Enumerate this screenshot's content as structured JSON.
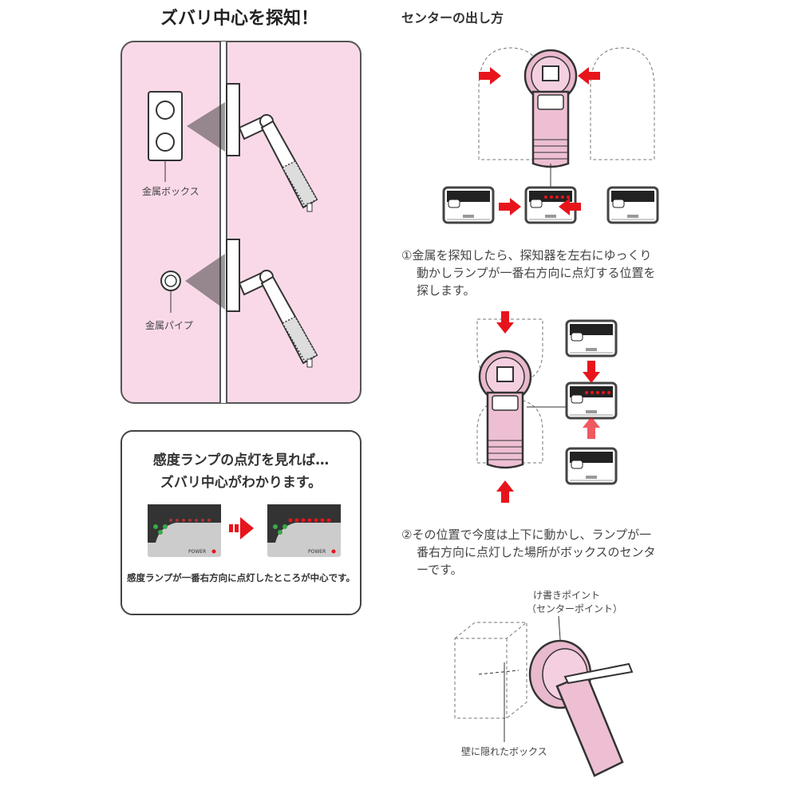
{
  "left": {
    "title": "ズバリ中心を探知！",
    "label_box": "金属ボックス",
    "label_pipe": "金属パイプ",
    "callout": {
      "line1": "感度ランプの点灯を見れば…",
      "line2": "ズバリ中心がわかります。",
      "caption": "感度ランプが一番右方向に点灯したところが中心です。",
      "panel_power": "POWER"
    }
  },
  "right": {
    "title": "センターの出し方",
    "step1": [
      "①金属を探知したら、探知器を左右にゆっくり",
      "動かしランプが一番右方向に点灯する位置を",
      "探します。"
    ],
    "step2": [
      "②その位置で今度は上下に動かし、ランプが一",
      "番右方向に点灯した場所がボックスのセンタ",
      "ーです。"
    ],
    "marking_point": "け書きポイント",
    "center_point": "（センターポイント）",
    "hidden_box": "壁に隠れたボックス"
  },
  "colors": {
    "pink": "#f9d9e8",
    "arrow": "#e8141c",
    "lamp_on": "#e8141c",
    "lamp_green": "#3aa84a"
  }
}
